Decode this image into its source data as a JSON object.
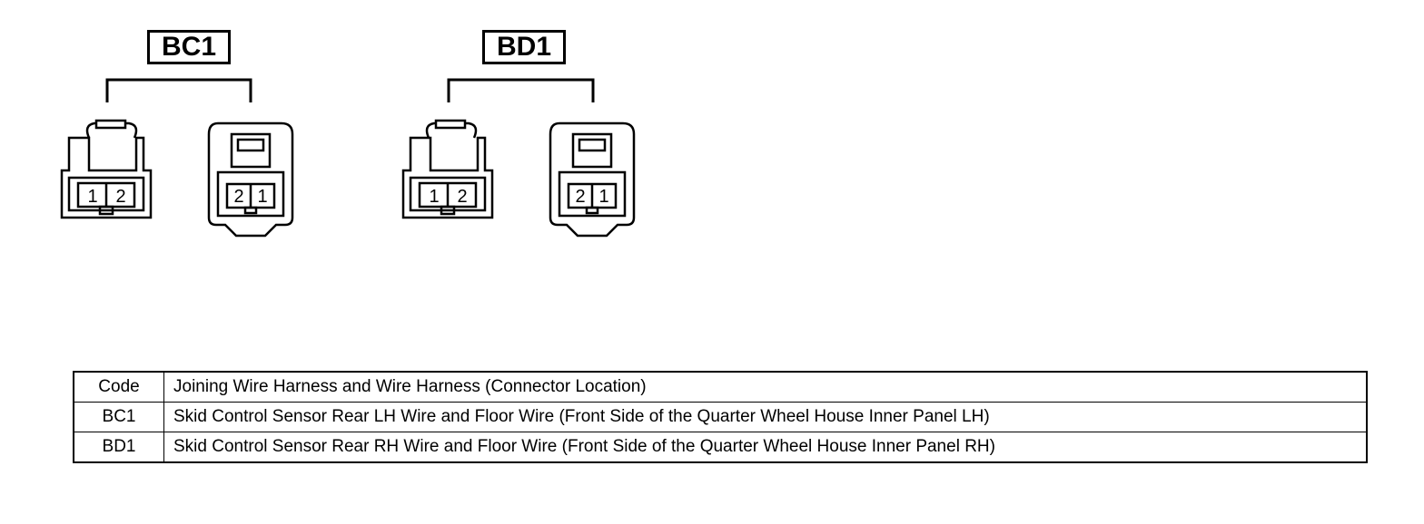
{
  "connectors": [
    {
      "code": "BC1",
      "left_pins": [
        "1",
        "2"
      ],
      "right_pins": [
        "2",
        "1"
      ]
    },
    {
      "code": "BD1",
      "left_pins": [
        "1",
        "2"
      ],
      "right_pins": [
        "2",
        "1"
      ]
    }
  ],
  "table": {
    "headers": [
      "Code",
      "Joining Wire Harness and Wire Harness (Connector Location)"
    ],
    "rows": [
      {
        "code": "BC1",
        "desc": "Skid Control Sensor Rear LH Wire and Floor Wire (Front Side of the Quarter Wheel House Inner Panel LH)"
      },
      {
        "code": "BD1",
        "desc": "Skid Control Sensor Rear RH Wire and Floor Wire (Front Side of the Quarter Wheel House Inner Panel RH)"
      }
    ]
  }
}
